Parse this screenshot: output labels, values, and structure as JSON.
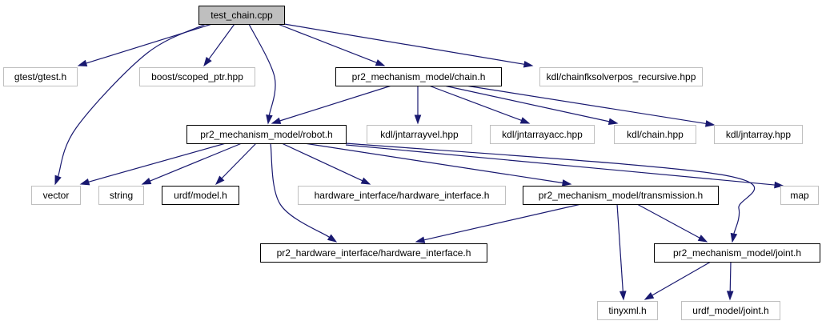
{
  "diagram": {
    "nodes": {
      "test_chain": {
        "label": "test_chain.cpp",
        "style": "root"
      },
      "gtest": {
        "label": "gtest/gtest.h",
        "style": "external"
      },
      "scoped_ptr": {
        "label": "boost/scoped_ptr.hpp",
        "style": "external"
      },
      "chain_h": {
        "label": "pr2_mechanism_model/chain.h",
        "style": "documented"
      },
      "chainfk": {
        "label": "kdl/chainfksolverpos_recursive.hpp",
        "style": "external"
      },
      "robot_h": {
        "label": "pr2_mechanism_model/robot.h",
        "style": "documented"
      },
      "jntarrayvel": {
        "label": "kdl/jntarrayvel.hpp",
        "style": "external"
      },
      "jntarrayacc": {
        "label": "kdl/jntarrayacc.hpp",
        "style": "external"
      },
      "kdl_chain": {
        "label": "kdl/chain.hpp",
        "style": "external"
      },
      "jntarray": {
        "label": "kdl/jntarray.hpp",
        "style": "external"
      },
      "vector": {
        "label": "vector",
        "style": "external"
      },
      "string": {
        "label": "string",
        "style": "external"
      },
      "urdf_model": {
        "label": "urdf/model.h",
        "style": "documented"
      },
      "hw_iface": {
        "label": "hardware_interface/hardware_interface.h",
        "style": "external"
      },
      "transmission_h": {
        "label": "pr2_mechanism_model/transmission.h",
        "style": "documented"
      },
      "map": {
        "label": "map",
        "style": "external"
      },
      "pr2_hw_iface": {
        "label": "pr2_hardware_interface/hardware_interface.h",
        "style": "documented"
      },
      "joint_h": {
        "label": "pr2_mechanism_model/joint.h",
        "style": "documented"
      },
      "tinyxml": {
        "label": "tinyxml.h",
        "style": "external"
      },
      "urdf_joint": {
        "label": "urdf_model/joint.h",
        "style": "external"
      }
    },
    "edges": [
      [
        "test_chain",
        "gtest"
      ],
      [
        "test_chain",
        "scoped_ptr"
      ],
      [
        "test_chain",
        "chain_h"
      ],
      [
        "test_chain",
        "chainfk"
      ],
      [
        "test_chain",
        "vector"
      ],
      [
        "test_chain",
        "robot_h"
      ],
      [
        "chain_h",
        "robot_h"
      ],
      [
        "chain_h",
        "jntarrayvel"
      ],
      [
        "chain_h",
        "jntarrayacc"
      ],
      [
        "chain_h",
        "kdl_chain"
      ],
      [
        "chain_h",
        "jntarray"
      ],
      [
        "robot_h",
        "vector"
      ],
      [
        "robot_h",
        "string"
      ],
      [
        "robot_h",
        "urdf_model"
      ],
      [
        "robot_h",
        "hw_iface"
      ],
      [
        "robot_h",
        "transmission_h"
      ],
      [
        "robot_h",
        "map"
      ],
      [
        "robot_h",
        "pr2_hw_iface"
      ],
      [
        "robot_h",
        "joint_h"
      ],
      [
        "transmission_h",
        "pr2_hw_iface"
      ],
      [
        "transmission_h",
        "joint_h"
      ],
      [
        "transmission_h",
        "tinyxml"
      ],
      [
        "joint_h",
        "tinyxml"
      ],
      [
        "joint_h",
        "urdf_joint"
      ]
    ]
  },
  "colors": {
    "edge": "#191970",
    "root_fill": "#bfbfbf",
    "documented_border": "#000000",
    "external_border": "#bfbfbf"
  }
}
